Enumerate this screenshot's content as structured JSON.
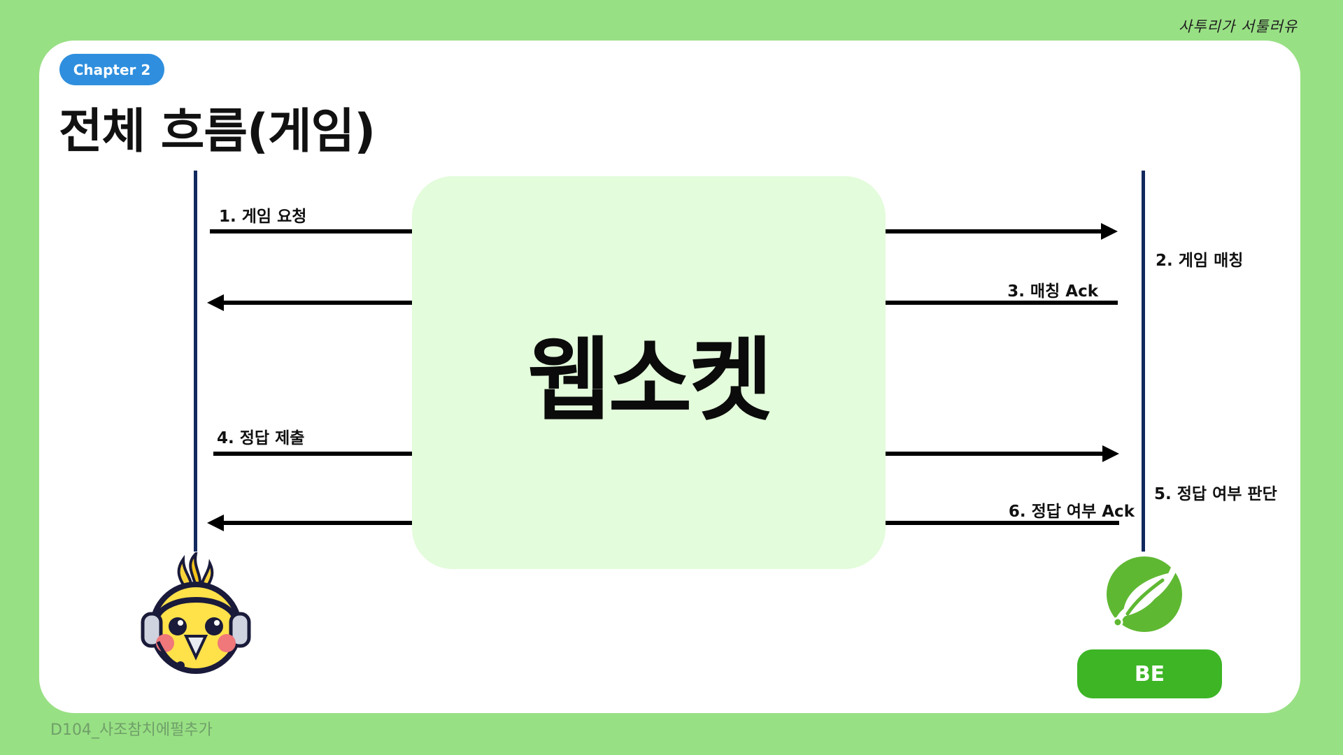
{
  "brand_text": "사투리가 서툴러유",
  "chapter_badge": "Chapter 2",
  "title": "전체 흐름(게임)",
  "hub_label": "웹소켓",
  "steps": [
    {
      "label": "1. 게임 요청"
    },
    {
      "label": "2. 게임 매칭"
    },
    {
      "label": "3. 매칭 Ack"
    },
    {
      "label": "4. 정답 제출"
    },
    {
      "label": "5. 정답 여부 판단"
    },
    {
      "label": "6. 정답 여부 Ack"
    }
  ],
  "be_label": "BE",
  "footer": "D104_사조참치에펄추가",
  "icons": {
    "client": "cockatiel-headset-mascot-icon",
    "server": "spring-leaf-logo-icon"
  },
  "colors": {
    "background": "#98e084",
    "card": "#ffffff",
    "hub": "#e3fcdb",
    "lifeline": "#12295e",
    "chapter_badge": "#2f8fde",
    "be_badge": "#3db525"
  }
}
